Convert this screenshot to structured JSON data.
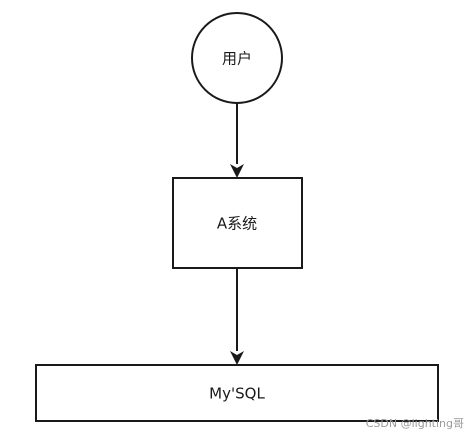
{
  "nodes": {
    "user": {
      "label": "用户"
    },
    "system_a": {
      "label": "A系统"
    },
    "mysql": {
      "label": "My'SQL"
    }
  },
  "watermark": "CSDN @lighting哥",
  "colors": {
    "stroke": "#1a1a1a",
    "fill": "#ffffff",
    "text": "#1a1a1a",
    "watermark": "#9a9a9a"
  }
}
